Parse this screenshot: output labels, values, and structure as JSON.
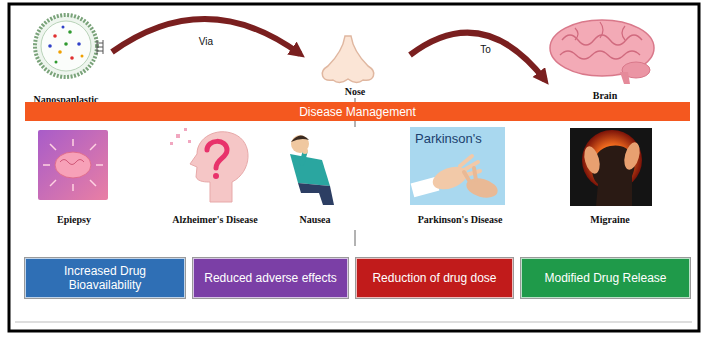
{
  "diagram": {
    "nodes": [
      {
        "text": [
          "Nanospanlastic"
        ]
      },
      {
        "text": [
          "Nose"
        ]
      },
      {
        "text": [
          "Brain"
        ]
      },
      {
        "text": [
          "Disease Management"
        ]
      },
      {
        "text": [
          "Epiepsy"
        ]
      },
      {
        "text": [
          "Alzheimer's Disease"
        ]
      },
      {
        "text": [
          "Nausea"
        ]
      },
      {
        "text": [
          "Parkinson's",
          "Parkinson's Disease"
        ]
      },
      {
        "text": [
          "Migraine"
        ]
      },
      {
        "text": [
          "Increased Drug Bioavailability"
        ]
      },
      {
        "text": [
          "Reduced adverse effects"
        ]
      },
      {
        "text": [
          "Reduction of drug dose"
        ]
      },
      {
        "text": [
          "Modified Drug Release"
        ]
      }
    ],
    "edges": [
      {
        "from": 0,
        "to": 1,
        "label": "Via",
        "arrow": "to"
      },
      {
        "from": 1,
        "to": 2,
        "label": "To",
        "arrow": "to"
      },
      {
        "from": 1,
        "to": 3,
        "arrow": "none"
      }
    ]
  }
}
